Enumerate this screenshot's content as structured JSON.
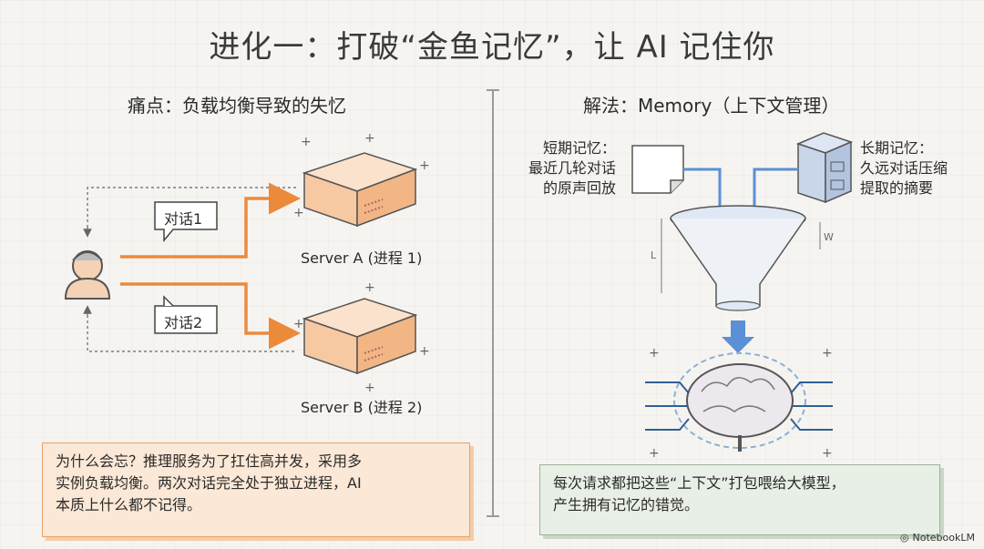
{
  "title": "进化一：打破“金鱼记忆”，让 AI 记住你",
  "left": {
    "heading": "痛点：负载均衡导致的失忆",
    "bubble1": "对话1",
    "bubble2": "对话2",
    "server_a": "Server A (进程 1)",
    "server_b": "Server B (进程 2)",
    "note_lines": [
      "为什么会忘？推理服务为了扛住高并发，采用多",
      "实例负载均衡。两次对话完全处于独立进程，AI",
      "本质上什么都不记得。"
    ]
  },
  "right": {
    "heading": "解法：Memory（上下文管理）",
    "short_term_lines": [
      "短期记忆：",
      "最近几轮对话",
      "的原声回放"
    ],
    "long_term_lines": [
      "长期记忆：",
      "久远对话压缩",
      "提取的摘要"
    ],
    "funnel_label_l": "L",
    "funnel_label_w": "W",
    "note_lines": [
      "每次请求都把这些“上下文”打包喂给大模型，",
      "产生拥有记忆的错觉。"
    ]
  },
  "watermark": "NotebookLM",
  "colors": {
    "accent_orange": "#ec8a3c",
    "server_fill": "#f7c9a3",
    "arrow_blue": "#5b8fd6",
    "note_left_bg": "#fbe8d6",
    "note_right_bg": "#e8efe6"
  }
}
